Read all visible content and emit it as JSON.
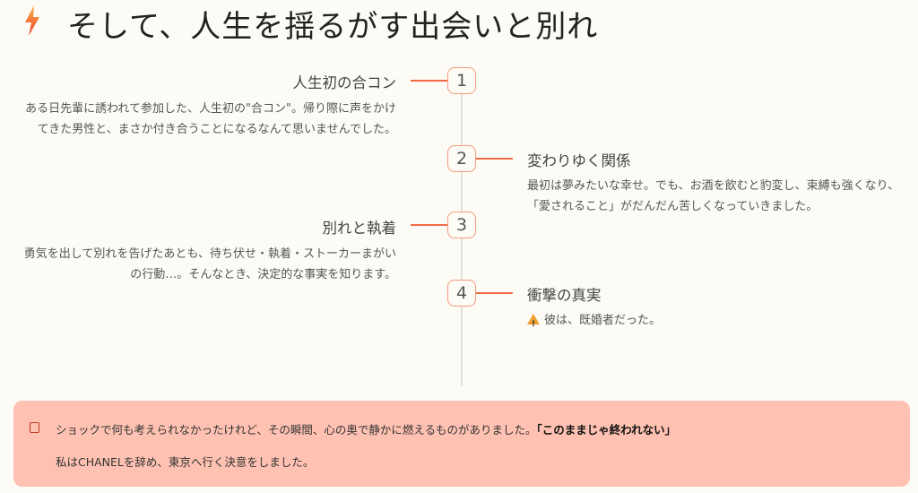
{
  "header": {
    "title": "そして、人生を揺るがす出会いと別れ",
    "icon": "lightning-icon"
  },
  "timeline": [
    {
      "number": "1",
      "title": "人生初の合コン",
      "description": "ある日先輩に誘われて参加した、人生初の\"合コン\"。帰り際に声をかけてきた男性と、まさか付き合うことになるなんて思いませんでした。",
      "side": "left"
    },
    {
      "number": "2",
      "title": "変わりゆく関係",
      "description": "最初は夢みたいな幸せ。でも、お酒を飲むと豹変し、束縛も強くなり、「愛されること」がだんだん苦しくなっていきました。",
      "side": "right"
    },
    {
      "number": "3",
      "title": "別れと執着",
      "description": "勇気を出して別れを告げたあとも、待ち伏せ・執着・ストーカーまがいの行動…。そんなとき、決定的な事実を知ります。",
      "side": "left"
    },
    {
      "number": "4",
      "title": "衝撃の真実",
      "description": "彼は、既婚者だった。",
      "side": "right",
      "icon": "warning-icon"
    }
  ],
  "callout": {
    "line1": "ショックで何も考えられなかったけれど、その瞬間、心の奥で静かに燃えるものがありました。",
    "line1_bold": "「このままじゃ終われない」",
    "line2": "私はCHANELを辞め、東京へ行く決意をしました。",
    "icon": "note-icon"
  },
  "colors": {
    "accent": "#f26b46",
    "callout_bg": "#ffc2b2",
    "background": "#fdfbf5"
  }
}
